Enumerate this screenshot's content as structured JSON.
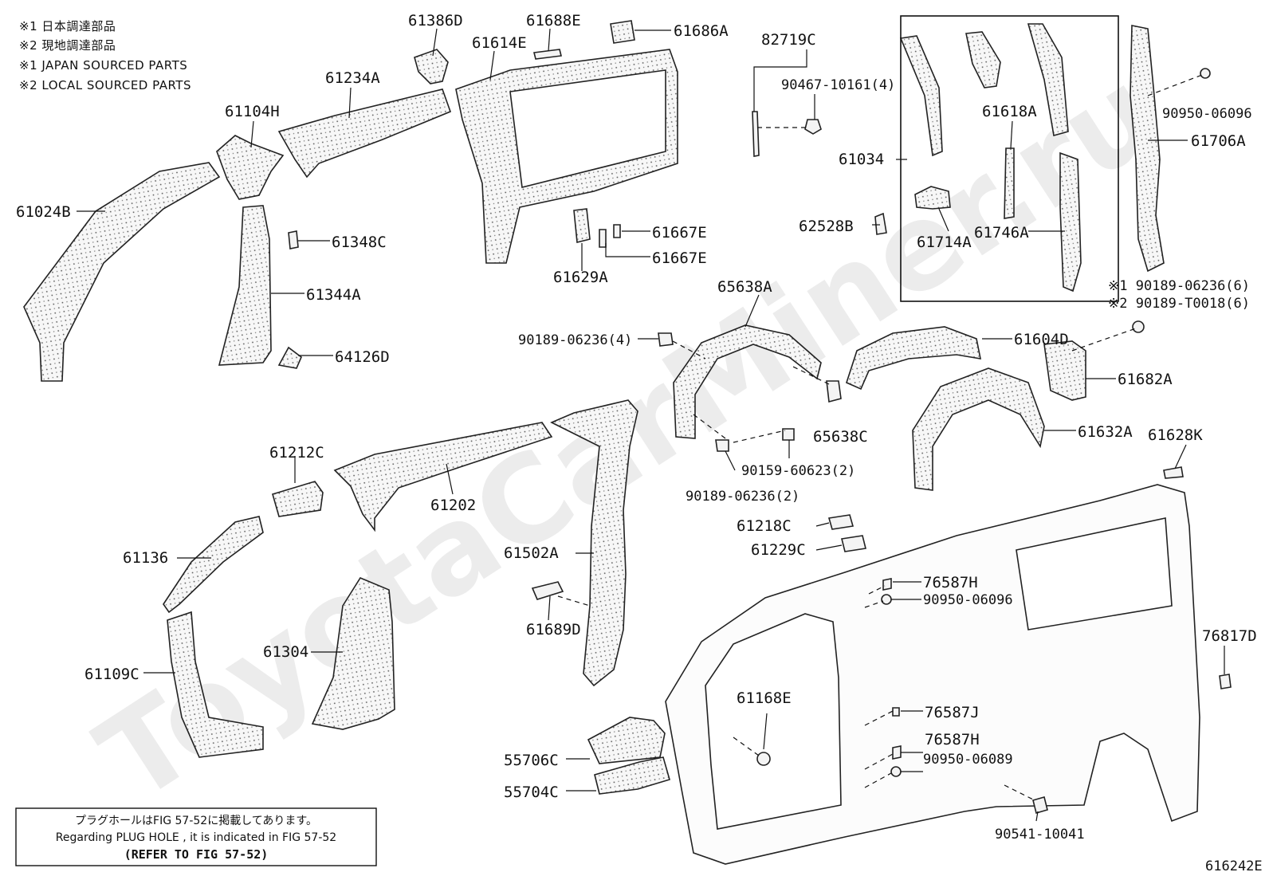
{
  "watermark": "ToyotaCarMiner.ru",
  "notes": [
    "※1  日本調達部品",
    "※2  現地調達部品",
    "※1  JAPAN SOURCED PARTS",
    "※2  LOCAL SOURCED PARTS"
  ],
  "labels": {
    "p61386D": "61386D",
    "p61688E": "61688E",
    "p61686A": "61686A",
    "p61614E": "61614E",
    "p61234A": "61234A",
    "p61104H": "61104H",
    "p61024B": "61024B",
    "p61348C": "61348C",
    "p61344A": "61344A",
    "p64126D": "64126D",
    "p82719C": "82719C",
    "p90467": "90467-10161(4)",
    "p61034": "61034",
    "p61618A": "61618A",
    "p61714A": "61714A",
    "p61746A": "61746A",
    "p62528B": "62528B",
    "p90950a": "90950-06096",
    "p61706A": "61706A",
    "p61667Ea": "61667E",
    "p61667Eb": "61667E",
    "p61629A": "61629A",
    "p65638A": "65638A",
    "p90189a": "90189-06236(4)",
    "p65638C": "65638C",
    "p90159": "90159-60623(2)",
    "p90189b": "90189-06236(2)",
    "p61604D": "61604D",
    "p61632A": "61632A",
    "p90189c": "※1 90189-06236(6)",
    "p90189d": "※2 90189-T0018(6)",
    "p61682A": "61682A",
    "p61628K": "61628K",
    "p61212C": "61212C",
    "p61202": "61202",
    "p61136": "61136",
    "p61502A": "61502A",
    "p61689D": "61689D",
    "p61304": "61304",
    "p61109C": "61109C",
    "p61218C": "61218C",
    "p61229C": "61229C",
    "p76587Ha": "76587H",
    "p90950b": "90950-06096",
    "p76817D": "76817D",
    "p61168E": "61168E",
    "p76587J": "76587J",
    "p76587Hb": "76587H",
    "p90950c": "90950-06089",
    "p55706C": "55706C",
    "p55704C": "55704C",
    "p90541": "90541-10041"
  },
  "footer": {
    "line1": "プラグホールはFIG 57-52に掲載してあります。",
    "line2": "Regarding  PLUG  HOLE , it is indicated in  FIG  57-52",
    "line3": "(REFER TO FIG 57-52)"
  },
  "figure_code": "616242E"
}
